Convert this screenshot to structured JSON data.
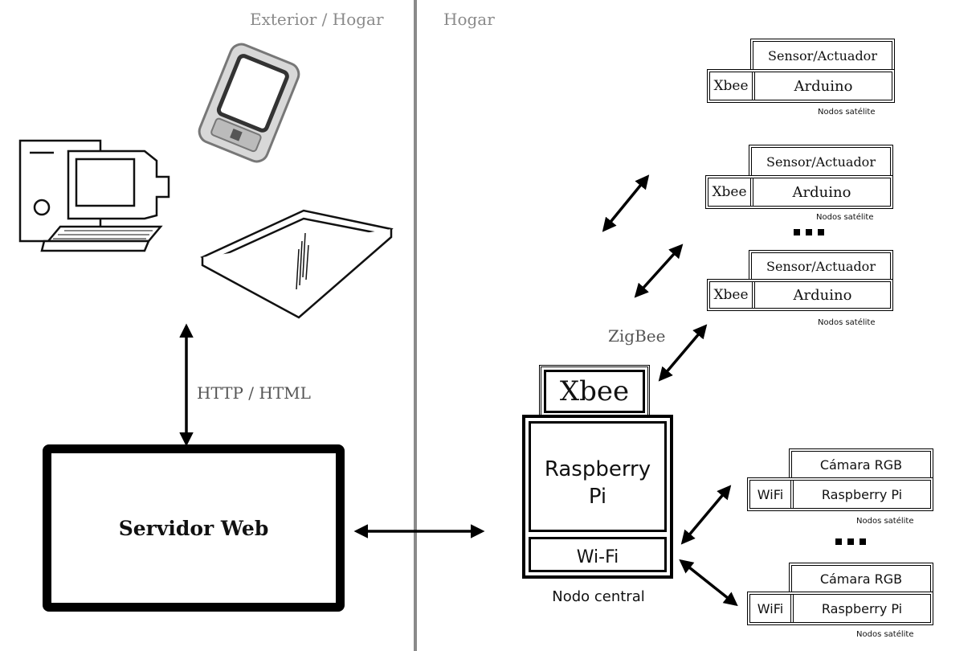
{
  "zones": {
    "exterior": "Exterior / Hogar",
    "hogar": "Hogar"
  },
  "protocols": {
    "http": "HTTP / HTML",
    "zigbee": "ZigBee"
  },
  "devices": {
    "desktop_icon": "desktop-computer-icon",
    "phone_icon": "smartphone-icon",
    "tablet_icon": "tablet-icon"
  },
  "server": {
    "label": "Servidor Web"
  },
  "central_node": {
    "radio": "Xbee",
    "board_line1": "Raspberry",
    "board_line2": "Pi",
    "network": "Wi-Fi",
    "caption": "Nodo central"
  },
  "zigbee_nodes": [
    {
      "top": "Sensor/Actuador",
      "left": "Xbee",
      "right": "Arduino",
      "caption": "Nodos satélite"
    },
    {
      "top": "Sensor/Actuador",
      "left": "Xbee",
      "right": "Arduino",
      "caption": "Nodos satélite"
    },
    {
      "top": "Sensor/Actuador",
      "left": "Xbee",
      "right": "Arduino",
      "caption": "Nodos satélite"
    }
  ],
  "wifi_nodes": [
    {
      "top": "Cámara RGB",
      "left": "WiFi",
      "right": "Raspberry Pi",
      "caption": "Nodos satélite"
    },
    {
      "top": "Cámara RGB",
      "left": "WiFi",
      "right": "Raspberry Pi",
      "caption": "Nodos satélite"
    }
  ]
}
